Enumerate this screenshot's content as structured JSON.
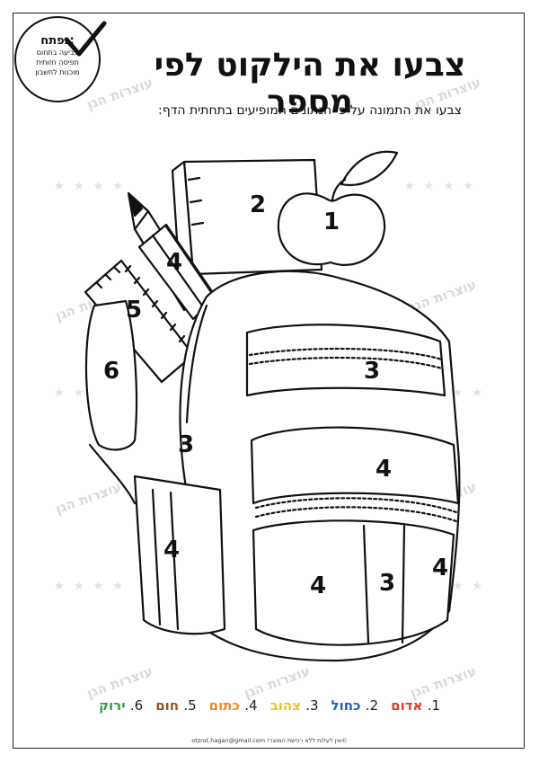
{
  "badge": {
    "title": "נפתח:",
    "lines": [
      "צביעה בתחום",
      "תפיסה חזותית",
      "מוכנות לחשבון"
    ]
  },
  "title": "צבעו את הילקוט לפי מספר",
  "subtitle": "צבעו את התמונה על פי הנתונים המופיעים בתחתית הדף:",
  "watermark": "עוצרות הגן",
  "region_numbers": {
    "apple": "1",
    "book": "2",
    "pencils": "4",
    "ruler": "5",
    "side_pocket": "6",
    "front_top": "3",
    "strap_left": "3",
    "front_pocket": "4",
    "side_bottle": "4",
    "bottom_left": "4",
    "bottom_middle": "3",
    "bottom_right": "4"
  },
  "legend": [
    {
      "num": "1.",
      "label": "אדום",
      "color": "#e53935"
    },
    {
      "num": "2.",
      "label": "כחול",
      "color": "#1e63b8"
    },
    {
      "num": "3.",
      "label": "צהוב",
      "color": "#f2c230"
    },
    {
      "num": "4.",
      "label": "כתום",
      "color": "#f08a24"
    },
    {
      "num": "5.",
      "label": "חום",
      "color": "#8b5a2b"
    },
    {
      "num": "6.",
      "label": "ירוק",
      "color": "#2e9e44"
    }
  ],
  "footer": "©אין לעלות ללא רכישת המוצר! otzrot.hagan@gmail.com"
}
